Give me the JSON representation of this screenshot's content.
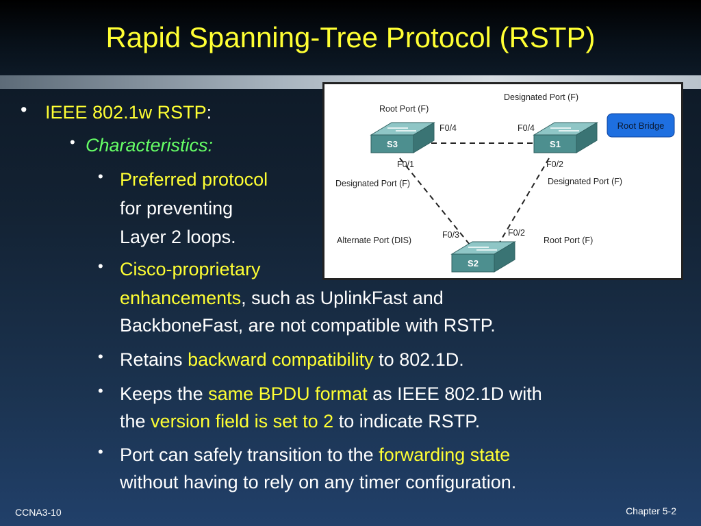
{
  "slide": {
    "title": "Rapid Spanning-Tree Protocol (RSTP)",
    "footer_left": "CCNA3-10",
    "footer_right": "Chapter 5-2"
  },
  "bullets": {
    "b1": {
      "part1": "IEEE 802.1w RSTP",
      "part2": ":"
    },
    "b2": {
      "text": "Characteristics:"
    },
    "b3": {
      "part1": "Preferred protocol",
      "line2": "for preventing",
      "line3": "Layer 2 loops."
    },
    "b4": {
      "part1": "Cisco-proprietary",
      "part2": "enhancements",
      "part3": ", such as UplinkFast and",
      "line3": "BackboneFast, are not compatible with RSTP."
    },
    "b5": {
      "part1": "Retains ",
      "part2": "backward compatibility",
      "part3": " to 802.1D."
    },
    "b6": {
      "part1": "Keeps the ",
      "part2": "same BPDU format",
      "part3": " as IEEE 802.1D with",
      "part4": "the ",
      "part5": "version field is set to 2",
      "part6": " to indicate RSTP."
    },
    "b7": {
      "part1": "Port can safely transition to the ",
      "part2": "forwarding state",
      "line2": "without having to rely on any timer configuration."
    }
  },
  "diagram": {
    "switches": {
      "s3": "S3",
      "s1": "S1",
      "s2": "S2"
    },
    "labels": {
      "designated_top": "Designated Port (F)",
      "root_s3": "Root Port (F)",
      "root_bridge": "Root Bridge",
      "s3_f04": "F0/4",
      "s1_f04": "F0/4",
      "s3_f01": "F0/1",
      "s1_f02": "F0/2",
      "designated_left": "Designated Port (F)",
      "designated_right": "Designated Port (F)",
      "s2_f03": "F0/3",
      "s2_f02": "F0/2",
      "alternate": "Alternate Port (DIS)",
      "root_s2": "Root Port (F)"
    },
    "colors": {
      "switch": "#4d8f8f",
      "root_bridge": "#1e6fe0"
    }
  }
}
